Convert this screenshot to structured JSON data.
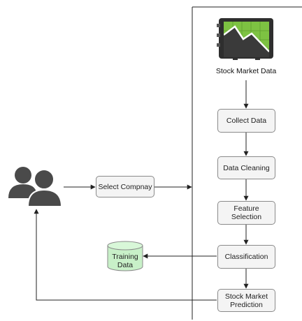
{
  "diagram": {
    "source_label": "Stock Market Data",
    "select_company": "Select Compnay",
    "steps": [
      {
        "id": "collect",
        "label": "Collect Data"
      },
      {
        "id": "cleaning",
        "label": "Data Cleaning"
      },
      {
        "id": "feature",
        "label": "Feature\nSelection"
      },
      {
        "id": "classification",
        "label": "Classification"
      },
      {
        "id": "prediction",
        "label": "Stock Market\nPrediction"
      }
    ],
    "training_data": "Training\nData",
    "icons": {
      "users": "users-icon",
      "stock_chart": "stock-chart-icon",
      "database": "database-icon"
    },
    "colors": {
      "box_fill": "#f4f4f4",
      "box_border": "#8a8a8a",
      "cylinder_fill": "#c8f0c8",
      "chart_green": "#7dc242",
      "users_gray": "#4a4a4a"
    }
  }
}
